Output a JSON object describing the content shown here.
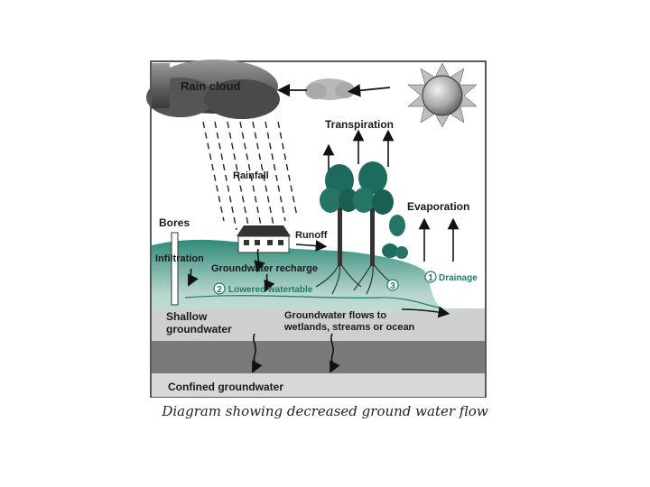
{
  "labels": {
    "rain_cloud": "Rain cloud",
    "rainfall": "Rainfall",
    "transpiration": "Transpiration",
    "evaporation": "Evaporation",
    "bores": "Bores",
    "runoff": "Runoff",
    "infiltration": "Infiltration",
    "groundwater_recharge": "Groundwater recharge",
    "lowered_watertable": "Lowered watertable",
    "drainage": "Drainage",
    "shallow_groundwater_line1": "Shallow",
    "shallow_groundwater_line2": "groundwater",
    "flows_line1": "Groundwater flows to",
    "flows_line2": "wetlands, streams or ocean",
    "confined_groundwater": "Confined groundwater"
  },
  "markers": {
    "one": "1",
    "two": "2",
    "three": "3"
  },
  "caption": "Diagram showing decreased ground water flow",
  "colors": {
    "teal": "#1f7a6a",
    "sky": "#ffffff",
    "ground_light": "#e6e6e6",
    "shallow_layer": "#cfcfcf",
    "confined_layer": "#7a7a7a",
    "bottom_layer": "#d8d8d8"
  }
}
